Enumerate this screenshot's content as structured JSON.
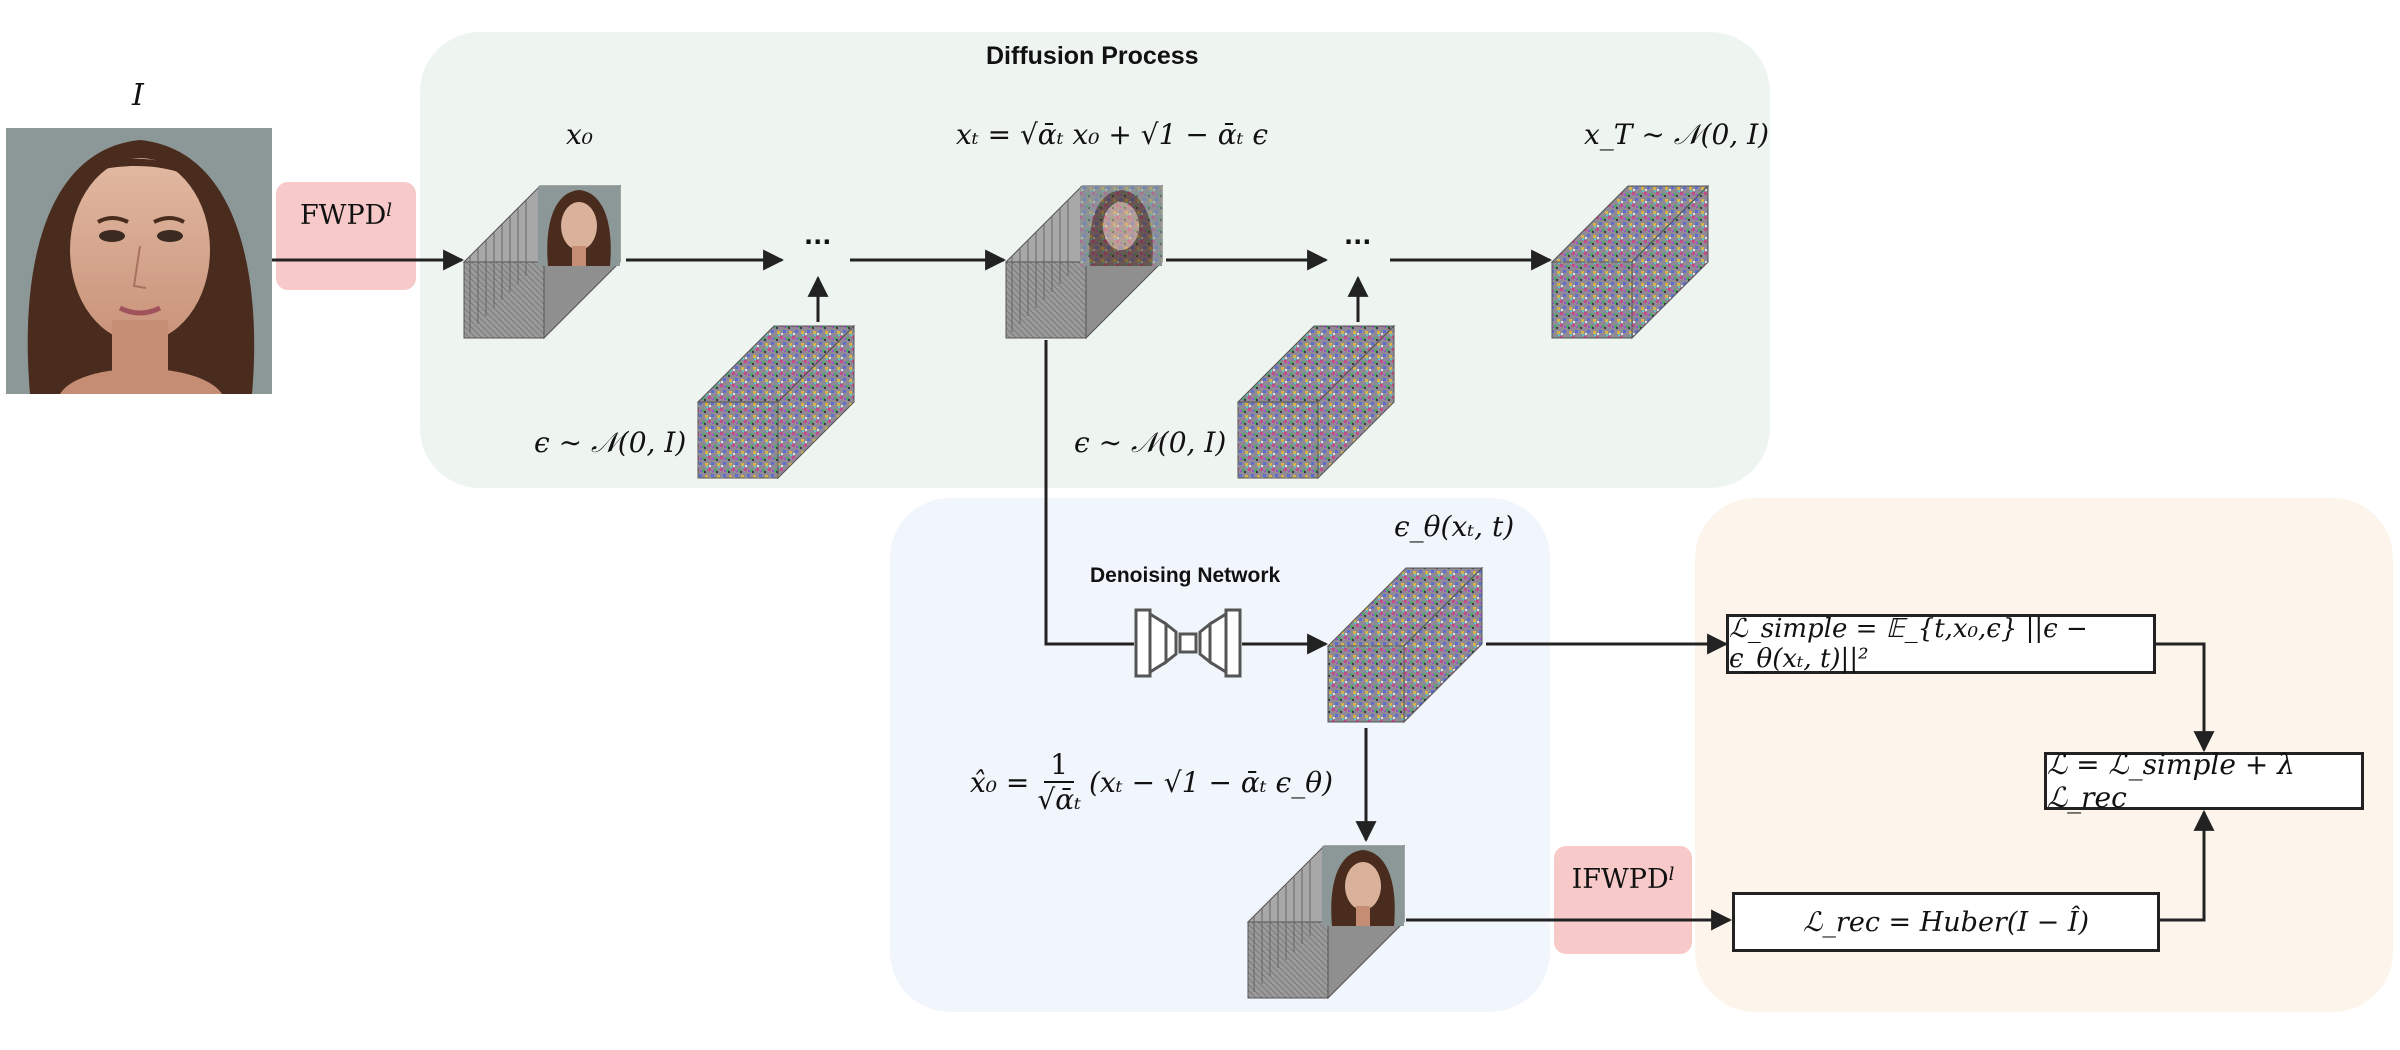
{
  "colors": {
    "diffusion_panel": "#eef5f0",
    "denoise_panel": "#f1f6fd",
    "loss_panel": "#fdf5ec",
    "pink": "#f7c9c9",
    "arrow": "#222222",
    "stack_gray": "#8c8c8c"
  },
  "labels": {
    "input_image": "I",
    "diffusion_title": "Diffusion Process",
    "x0": "x₀",
    "xt_eq": "xₜ = √ᾱₜ x₀ + √1 − ᾱₜ ϵ",
    "xT": "x_T ∼ 𝒩(0, I)",
    "dots1": "···",
    "dots2": "···",
    "eps1": "ϵ ∼ 𝒩(0, I)",
    "eps2": "ϵ ∼ 𝒩(0, I)",
    "fwpd": "FWPD",
    "fwpd_sub": "l",
    "ifwpd": "IFWPD",
    "ifwpd_sub": "l",
    "denoise_title": "Denoising Network",
    "eps_theta": "ϵ_θ(xₜ, t)",
    "x0_hat_lhs": "x̂₀ =",
    "x0_hat_num": "1",
    "x0_hat_den": "√ᾱₜ",
    "x0_hat_rhs": "(xₜ − √1 − ᾱₜ ϵ_θ)",
    "loss_simple": "ℒ_simple = 𝔼_{t,x₀,ϵ} ||ϵ − ϵ_θ(xₜ, t)||²",
    "loss_total": "ℒ = ℒ_simple + λ ℒ_rec",
    "loss_rec": "ℒ_rec = Huber(I − Î)"
  },
  "icons": {
    "face_photo": "portrait-photo",
    "noise_stack": "noise-cube",
    "unet": "unet-icon"
  }
}
